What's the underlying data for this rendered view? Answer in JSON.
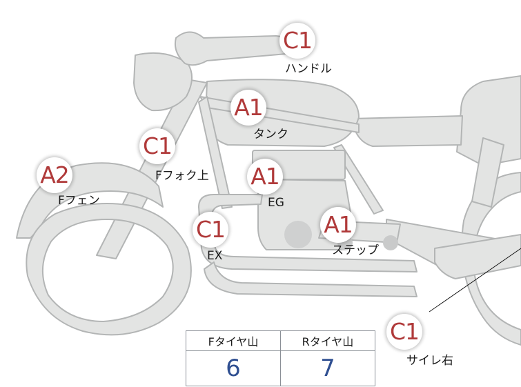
{
  "parts": [
    {
      "id": "handle",
      "grade": "C1",
      "label": "ハンドル"
    },
    {
      "id": "tank",
      "grade": "A1",
      "label": "タンク"
    },
    {
      "id": "ffork",
      "grade": "C1",
      "label": "Fフォク上"
    },
    {
      "id": "ffender",
      "grade": "A2",
      "label": "Fフェン"
    },
    {
      "id": "engine",
      "grade": "A1",
      "label": "EG"
    },
    {
      "id": "exhaust",
      "grade": "C1",
      "label": "EX"
    },
    {
      "id": "step",
      "grade": "A1",
      "label": "ステップ"
    },
    {
      "id": "sidecover",
      "grade": "C1",
      "label": "サイレ右"
    }
  ],
  "tire_table": {
    "headers": [
      "Fタイヤ山",
      "Rタイヤ山"
    ],
    "values": [
      "6",
      "7"
    ]
  },
  "colors": {
    "bike_fill": "#e3e4e3",
    "bike_stroke": "#b3b5b5",
    "grade_text": "#b03a3a",
    "value_text": "#2f4f91"
  }
}
